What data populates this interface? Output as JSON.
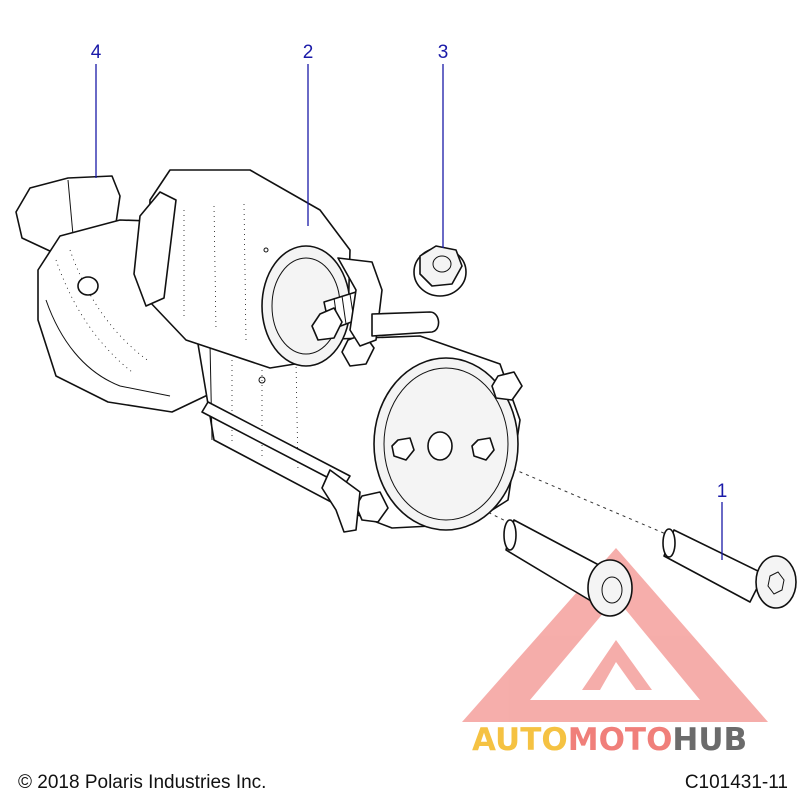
{
  "callouts": [
    {
      "label": "4"
    },
    {
      "label": "2"
    },
    {
      "label": "3"
    },
    {
      "label": "1"
    }
  ],
  "watermark": {
    "brand_part1": "AUTO",
    "brand_part2": "MOTO",
    "brand_part3": "HUB",
    "color_auto": "#f5c242",
    "color_moto": "#f07f7a",
    "color_hub": "#6b6b6b",
    "triangle_color": "#ee6b66"
  },
  "footer": {
    "copyright": "© 2018 Polaris Industries Inc.",
    "drawing_number": "C101431-11"
  }
}
